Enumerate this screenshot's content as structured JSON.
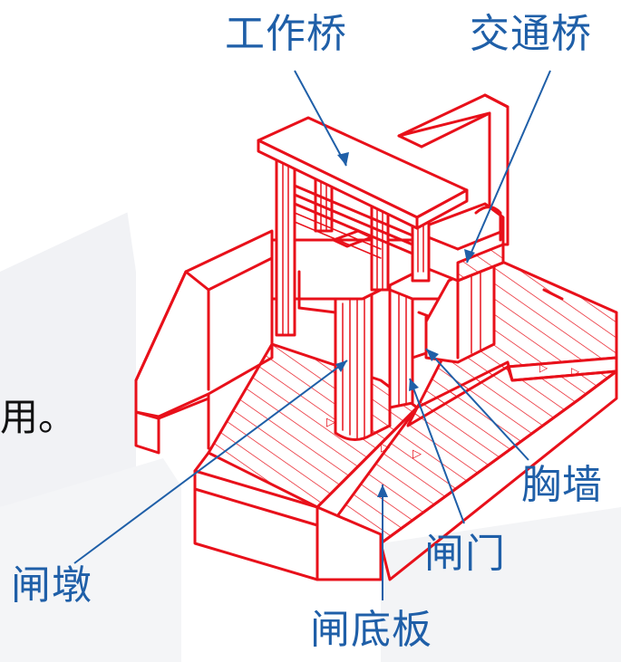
{
  "side_text": "用。",
  "labels": {
    "work_bridge": "工作桥",
    "traffic_bridge": "交通桥",
    "breast_wall": "胸墙",
    "gate": "闸门",
    "pier": "闸墩",
    "floor_slab": "闸底板"
  },
  "colors": {
    "drawing": "#e8101a",
    "label": "#1f5fa8",
    "leader": "#1f5fa8"
  }
}
